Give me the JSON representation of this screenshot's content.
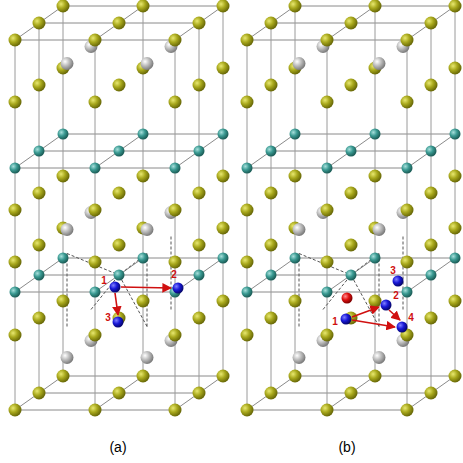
{
  "diagram": {
    "labels": [
      "1",
      "2",
      "3",
      "3",
      "2",
      "1",
      "4",
      "(a)",
      "(b)"
    ]
  }
}
